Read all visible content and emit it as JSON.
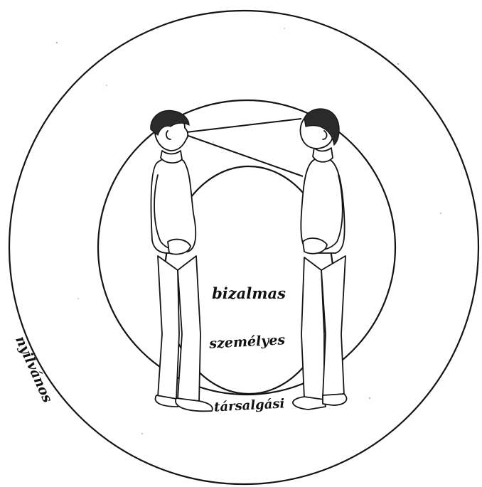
{
  "zones": {
    "intimate": "bizalmas",
    "personal": "személyes",
    "social": "társalgási",
    "public": "nyilvános"
  },
  "colors": {
    "ink": "#141414",
    "paper": "#ffffff"
  },
  "figures": [
    "left-person",
    "right-person"
  ]
}
